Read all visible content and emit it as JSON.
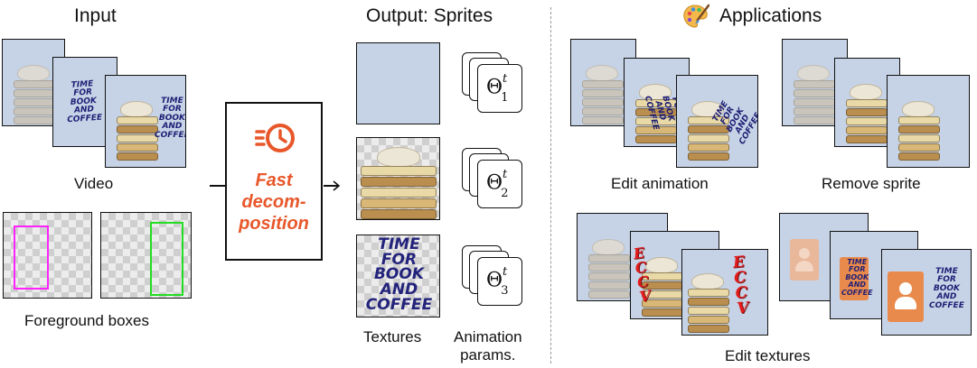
{
  "headings": {
    "input": "Input",
    "output": "Output: Sprites",
    "applications": "Applications"
  },
  "input": {
    "video_caption": "Video",
    "boxes_caption": "Foreground boxes",
    "frame_text": "TIME\nFOR\nBOOK\nAND\nCOFFEE",
    "box_colors": [
      "#ff22ff",
      "#22dd22"
    ]
  },
  "process": {
    "label": "Fast\ndecom-\nposition",
    "icon": "fast-clock-icon",
    "accent": "#e8572a"
  },
  "output": {
    "textures_caption": "Textures",
    "params_caption": "Animation\nparams.",
    "texture_text": "TIME\nFOR\nBOOK\nAND\nCOFFEE",
    "params": [
      {
        "symbol": "Θ",
        "sup": "t",
        "sub": "1"
      },
      {
        "symbol": "Θ",
        "sup": "t",
        "sub": "2"
      },
      {
        "symbol": "Θ",
        "sup": "t",
        "sub": "3"
      }
    ]
  },
  "applications": {
    "icon": "palette-icon",
    "edit_animation": "Edit animation",
    "remove_sprite": "Remove sprite",
    "edit_textures": "Edit textures",
    "frame_text": "TIME\nFOR\nBOOK\nAND\nCOFFEE",
    "eccv_text": "E\nC\nC\nV"
  },
  "colors": {
    "frame_bg": "#c6d3e7",
    "text_navy": "#1f1f75",
    "eccv_red": "#e21d1d",
    "person_orange": "#e98a4d"
  }
}
